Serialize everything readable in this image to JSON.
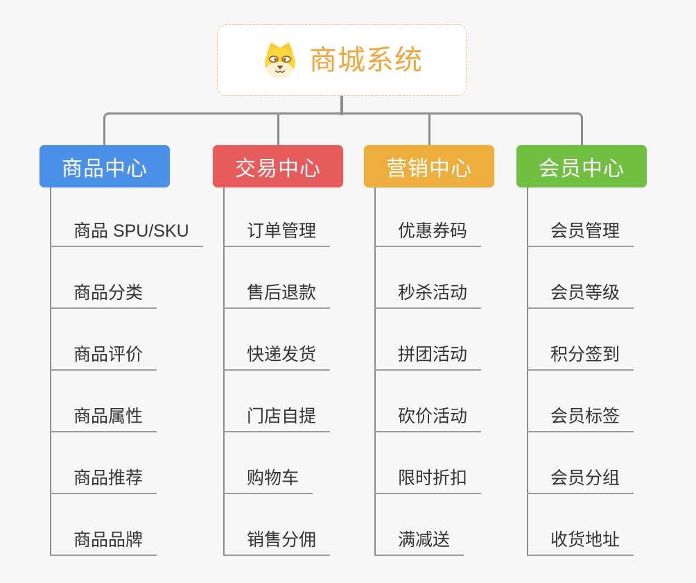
{
  "root": {
    "title": "商城系统",
    "icon": "dog-face-icon"
  },
  "branches": [
    {
      "label": "商品中心",
      "color": "#4A90E8",
      "items": [
        "商品 SPU/SKU",
        "商品分类",
        "商品评价",
        "商品属性",
        "商品推荐",
        "商品品牌"
      ]
    },
    {
      "label": "交易中心",
      "color": "#E85B5B",
      "items": [
        "订单管理",
        "售后退款",
        "快递发货",
        "门店自提",
        "购物车",
        "销售分佣"
      ]
    },
    {
      "label": "营销中心",
      "color": "#EDAE3E",
      "items": [
        "优惠券码",
        "秒杀活动",
        "拼团活动",
        "砍价活动",
        "限时折扣",
        "满减送"
      ]
    },
    {
      "label": "会员中心",
      "color": "#70BF41",
      "items": [
        "会员管理",
        "会员等级",
        "积分签到",
        "会员标签",
        "会员分组",
        "收货地址"
      ]
    }
  ],
  "colors": {
    "canvas-bg": "#F7F7F7",
    "connector": "#8C8C8C",
    "underline": "#9A9A9A",
    "item-text": "#333333",
    "root-accent": "#F0A63C",
    "root-border": "#F0C080"
  }
}
